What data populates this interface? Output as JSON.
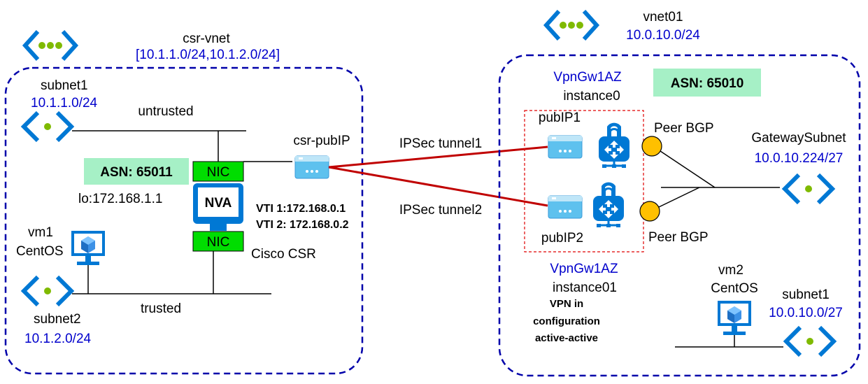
{
  "colors": {
    "vnet_border": "#0000aa",
    "tunnel_line": "#c00000",
    "nic_fill": "#00dd00",
    "asn_fill": "#a6f0c6",
    "peer_fill": "#ffc000",
    "azure_blue": "#0078d4",
    "azure_green": "#7fba00",
    "label_blue": "#0000cc"
  },
  "left": {
    "vnet_name": "csr-vnet",
    "vnet_prefixes": "[10.1.1.0/24,10.1.2.0/24]",
    "subnet1_name": "subnet1",
    "subnet1_prefix": "10.1.1.0/24",
    "subnet2_name": "subnet2",
    "subnet2_prefix": "10.1.2.0/24",
    "untrusted_label": "untrusted",
    "trusted_label": "trusted",
    "asn": "ASN: 65011",
    "loopback": "lo:172.168.1.1",
    "nic_top": "NIC",
    "nic_bottom": "NIC",
    "nva": "NVA",
    "vti1": "VTI 1:172.168.0.1",
    "vti2": "VTI 2: 172.168.0.2",
    "csr_label": "Cisco CSR",
    "pubip_name": "csr-pubIP",
    "vm_name": "vm1",
    "vm_os": "CentOS"
  },
  "tunnels": {
    "tunnel1": "IPSec tunnel1",
    "tunnel2": "IPSec tunnel2"
  },
  "right": {
    "vnet_name": "vnet01",
    "vnet_prefix": "10.0.10.0/24",
    "asn": "ASN: 65010",
    "gw_top_name": "VpnGw1AZ",
    "gw_top_instance": "instance0",
    "pubip1": "pubIP1",
    "pubip2": "pubIP2",
    "gw_bottom_name": "VpnGw1AZ",
    "gw_bottom_instance": "instance01",
    "vpn_note_line1": "VPN in",
    "vpn_note_line2": "configuration",
    "vpn_note_line3": "active-active",
    "peer_bgp_top": "Peer BGP",
    "peer_bgp_bottom": "Peer BGP",
    "gateway_subnet_name": "GatewaySubnet",
    "gateway_subnet_prefix": "10.0.10.224/27",
    "vm_name": "vm2",
    "vm_os": "CentOS",
    "subnet1_name": "subnet1",
    "subnet1_prefix": "10.0.10.0/27"
  }
}
